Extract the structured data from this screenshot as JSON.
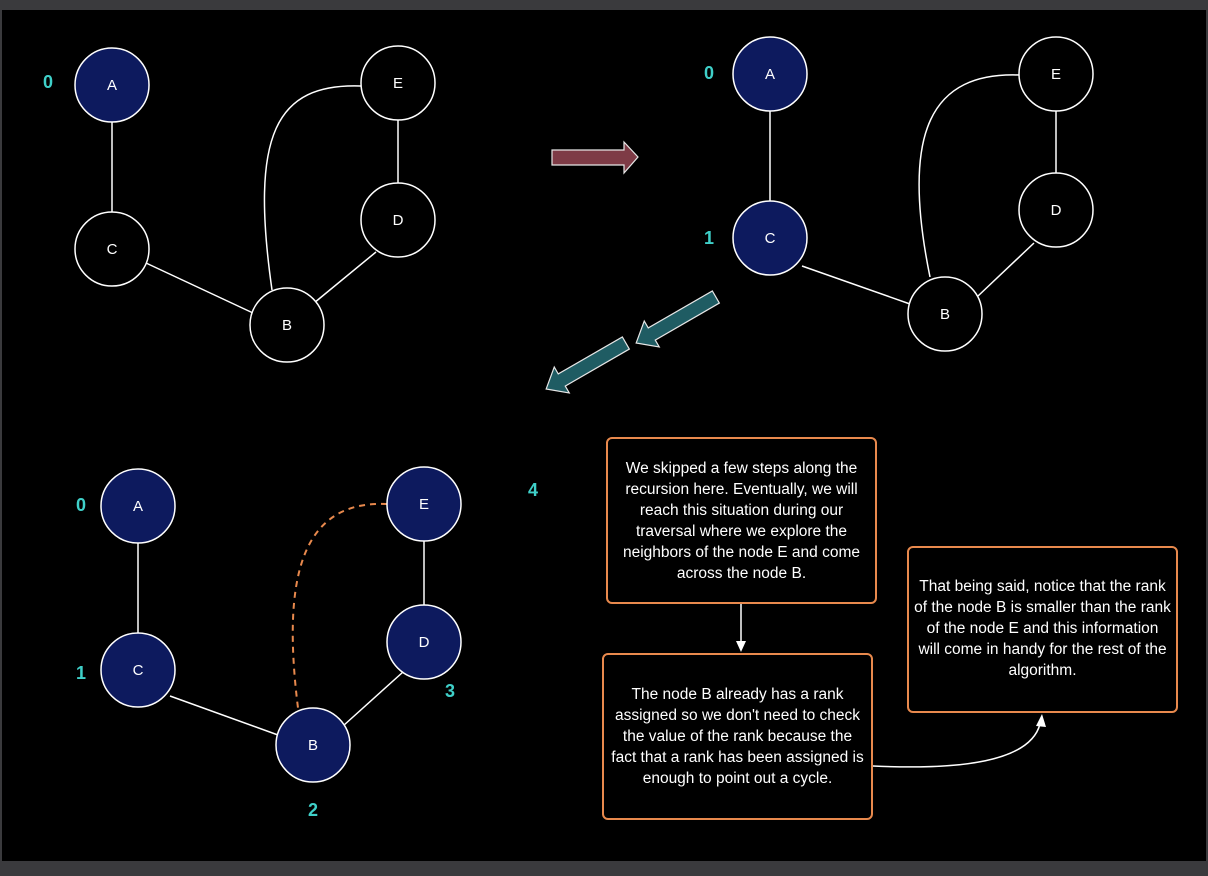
{
  "colors": {
    "frame": "#3a3a3d",
    "canvas": "#000000",
    "visited_node": "#0d1a5e",
    "node_stroke": "#ffffff",
    "rank_label": "#3fd0c9",
    "back_edge": "#e8894d",
    "box_border": "#e8894d",
    "arrow_right": "#7e3b46",
    "arrow_down_left": "#1f5c63"
  },
  "graph_before": {
    "nodes": {
      "A": "A",
      "B": "B",
      "C": "C",
      "D": "D",
      "E": "E"
    },
    "ranks": {
      "A": "0"
    }
  },
  "graph_middle": {
    "nodes": {
      "A": "A",
      "B": "B",
      "C": "C",
      "D": "D",
      "E": "E"
    },
    "ranks": {
      "A": "0",
      "C": "1"
    }
  },
  "graph_after": {
    "nodes": {
      "A": "A",
      "B": "B",
      "C": "C",
      "D": "D",
      "E": "E"
    },
    "ranks": {
      "A": "0",
      "C": "1",
      "B": "2",
      "D": "3",
      "E": "4"
    }
  },
  "notes": {
    "skipped_steps": "We skipped a few steps along the recursion here. Eventually, we will reach this situation during our traversal where we explore the neighbors of the node E and come across the node B.",
    "already_ranked": "The node B already has a rank assigned so we don't need to check the value of the rank because the fact that a rank has been assigned is enough to point out a cycle.",
    "rank_comparison": "That being said, notice that the rank of the node B is smaller than the rank of the node E and this information will come in handy for the rest of the algorithm."
  }
}
